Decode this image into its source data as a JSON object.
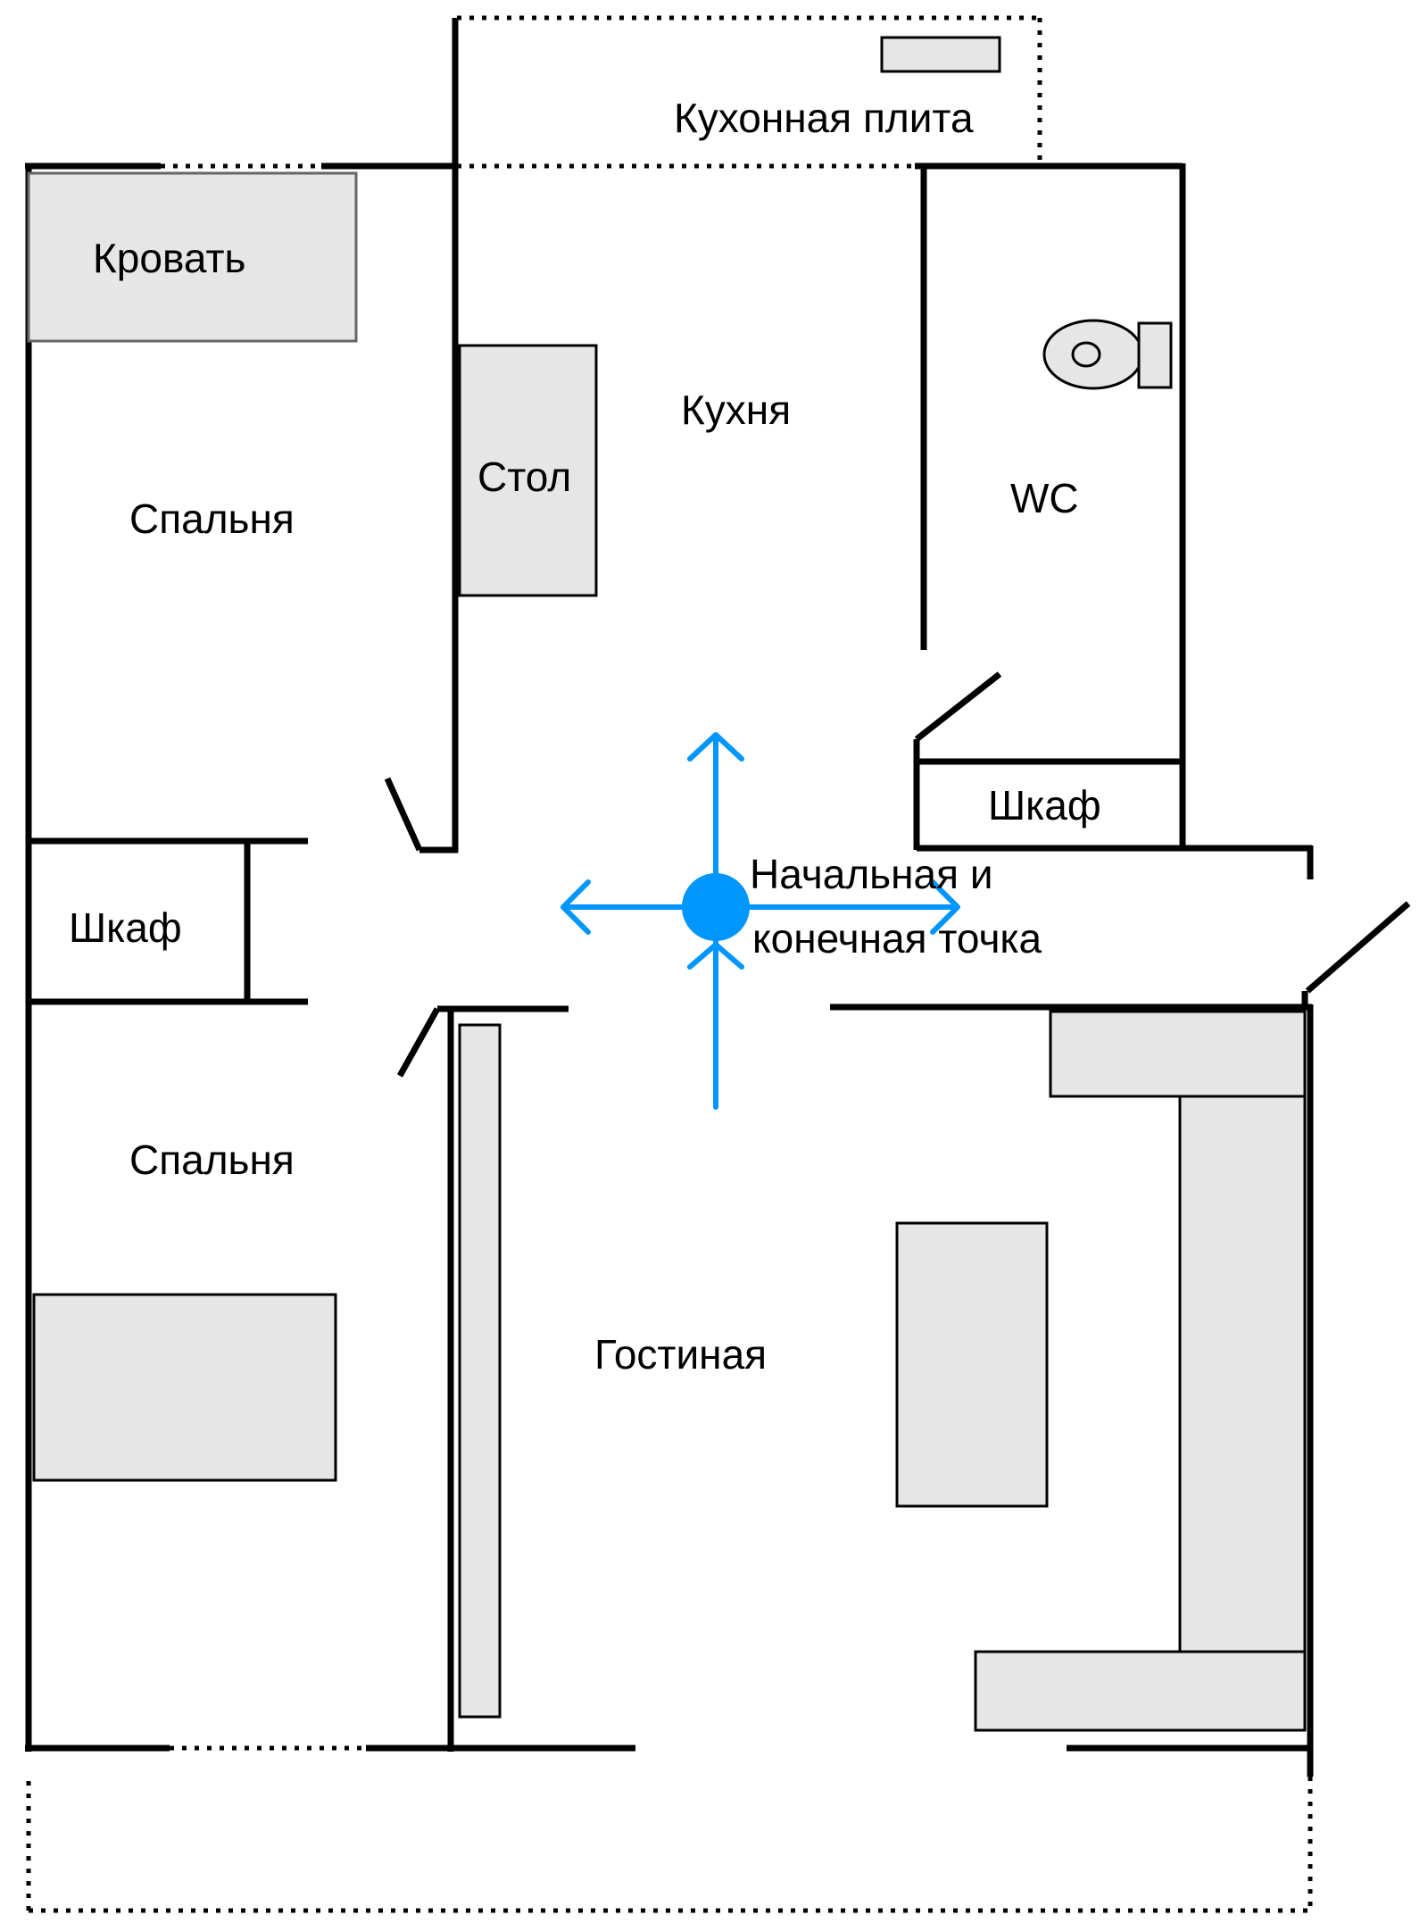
{
  "labels": {
    "stove": "Кухонная плита",
    "bed": "Кровать",
    "kitchen": "Кухня",
    "table": "Стол",
    "bedroom_top": "Спальня",
    "wc": "WC",
    "closet_wc": "Шкаф",
    "closet_left": "Шкаф",
    "start_line1": "Начальная и",
    "start_line2": "конечная точка",
    "bedroom_bottom": "Спальня",
    "living_room": "Гостиная"
  },
  "colors": {
    "walls": "#000000",
    "furniture": "#e6e6e6",
    "marker": "#0096ff"
  },
  "icons": {
    "marker": "start-point-icon",
    "toilet": "toilet-icon"
  }
}
